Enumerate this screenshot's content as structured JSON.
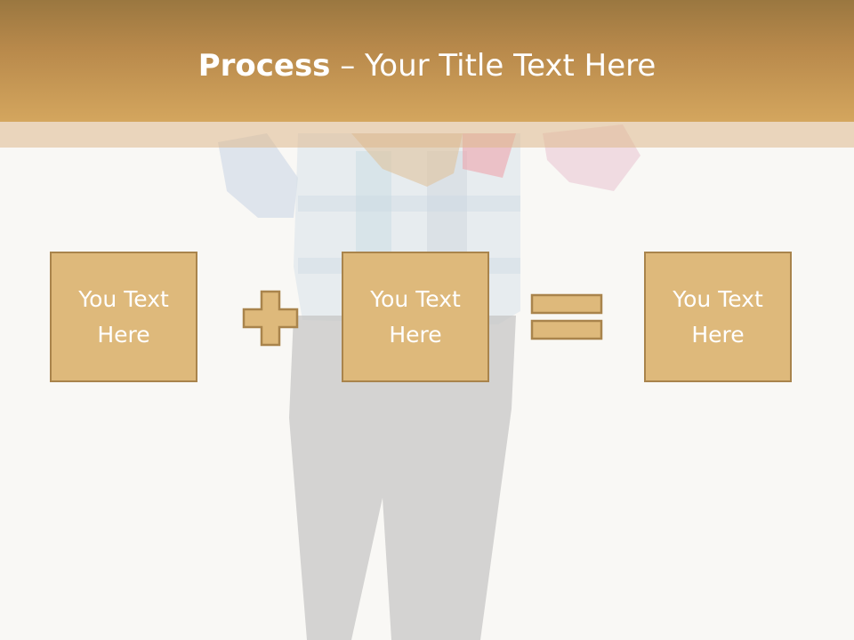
{
  "title": {
    "bold": "Process",
    "rest": " – Your Title Text Here"
  },
  "boxes": [
    {
      "text": "You Text Here"
    },
    {
      "text": "You Text Here"
    },
    {
      "text": "You Text Here"
    }
  ],
  "operators": {
    "plus": "plus-icon",
    "equals": "equals-icon"
  },
  "colors": {
    "title_bar": "#c49858",
    "box_fill": "#deb97b",
    "box_border": "#a9844c",
    "text": "#ffffff"
  }
}
